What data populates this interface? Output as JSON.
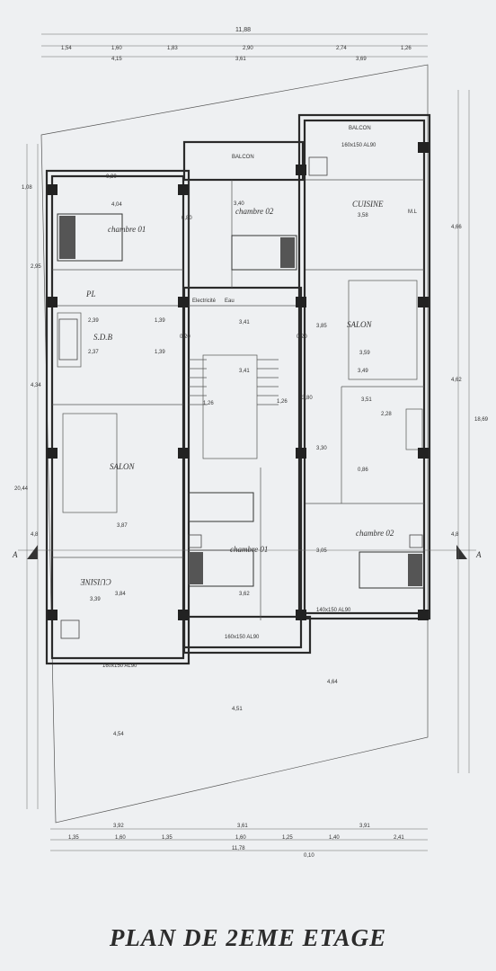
{
  "title": "PLAN DE 2EME ETAGE",
  "dimensions": {
    "top_total": "11,88",
    "top_row1": [
      "1,54",
      "1,60",
      "1,83",
      "2,90",
      "2,74",
      "1,26"
    ],
    "top_row2": [
      "4,15",
      "3,61",
      "3,69"
    ],
    "bottom_row1": [
      "3,92",
      "3,61",
      "3,91"
    ],
    "bottom_row2": [
      "1,35",
      "1,60",
      "1,35",
      "1,60",
      "1,25",
      "1,40",
      "2,41"
    ],
    "bottom_total": "11,78",
    "bottom_small": "0,10",
    "left": [
      "1,08",
      "2,95",
      "4,34",
      "20,44",
      "4,8"
    ],
    "right": [
      "4,66",
      "4,62",
      "18,69",
      "4,8"
    ],
    "interior": [
      "0,30",
      "4,04",
      "0,80",
      "2,39",
      "1,39",
      "3,41",
      "1,39",
      "2,37",
      "0,20",
      "3,41",
      "0,20",
      "3,85",
      "3,59",
      "3,49",
      "3,51",
      "2,28",
      "3,80",
      "1,26",
      "1,26",
      "3,30",
      "0,86",
      "3,87",
      "3,84",
      "3,62",
      "3,39",
      "3,05",
      "4,51",
      "4,54",
      "4,64",
      "3,58",
      "3,40"
    ]
  },
  "rooms": {
    "balcon_top_right": "BALCON",
    "balcon_top": "BALCON",
    "cuisine_right": "CUISINE",
    "chambre_01_top": "chambre 01",
    "chambre_02_top": "chambre 02",
    "pl": "PL",
    "sdb": "S.D.B",
    "salon_right": "SALON",
    "salon_left": "SALON",
    "cuisine_left": "CUISINE",
    "chambre_01_bottom": "chambre 01",
    "chambre_02_bottom": "chambre 02",
    "electricite": "Electricité",
    "eau": "Eau",
    "ml": "M.L"
  },
  "windows": {
    "top_right": "160x150 AL90",
    "bottom_center": "160x150 AL90",
    "bottom_left": "160x150 AL90",
    "bottom_right": "140x150 AL90"
  },
  "section_marks": [
    "A",
    "A"
  ]
}
